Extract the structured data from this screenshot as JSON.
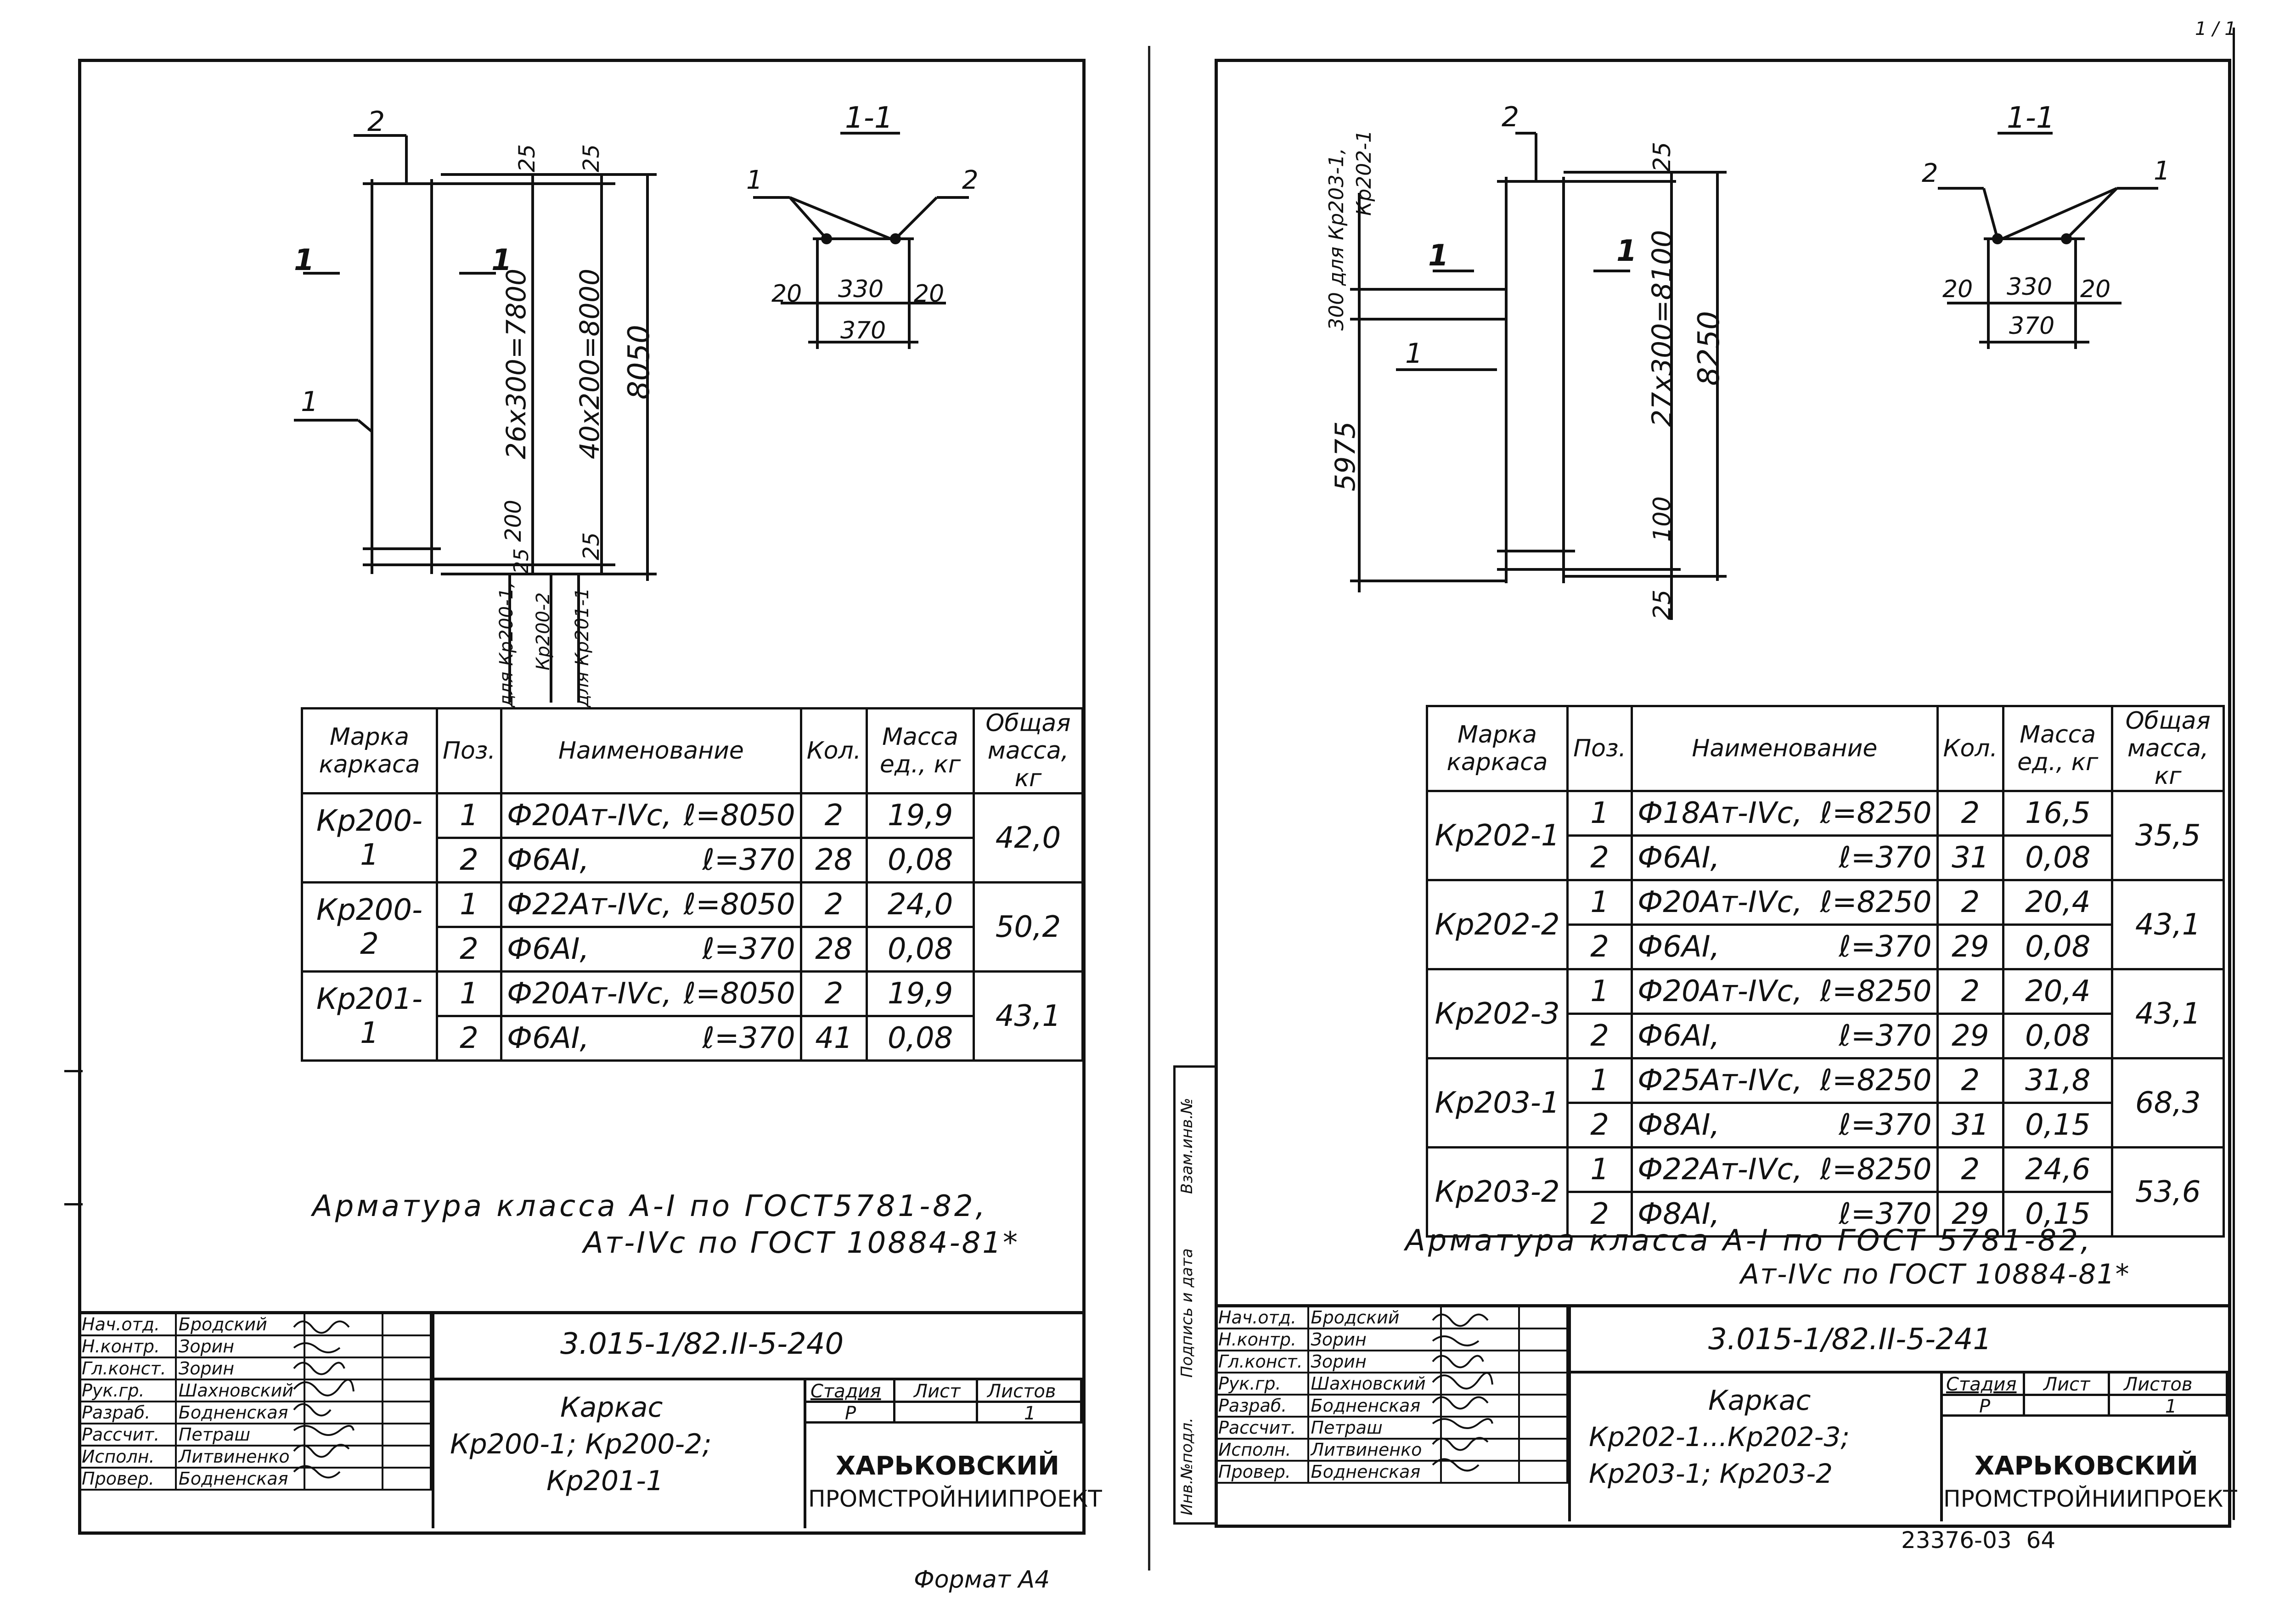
{
  "top_right_label": "1 / 1",
  "bottom_left_format": "Формат А4",
  "bottom_right_number": "23376-03  64",
  "side_stamp": {
    "labels": [
      "Инв.№подл.",
      "Подпись и дата",
      "Взам.инв.№"
    ]
  },
  "left_sheet": {
    "drawing": {
      "pos_2": "2",
      "pos_1": "1",
      "section_mark_1": "1",
      "section_mark_2": "1",
      "dim_top_25a": "25",
      "dim_top_25b": "25",
      "dim_mid": "26х300=7800",
      "dim_mid2": "40х200=8000",
      "dim_total": "8050",
      "dim_200": "200",
      "dim_25c": "25",
      "dim_25d": "25",
      "note_a": "для Кр200-1,",
      "note_b": "Кр200-2",
      "note_c": "для Кр201-1",
      "section_title": "1-1",
      "sec_pos1": "1",
      "sec_pos2": "2",
      "sec_20a": "20",
      "sec_330": "330",
      "sec_20b": "20",
      "sec_370": "370"
    },
    "table": {
      "headers": [
        "Марка каркаса",
        "Поз.",
        "Наименование",
        "Кол.",
        "Масса ед., кг",
        "Общая масса, кг"
      ],
      "groups": [
        {
          "mark": "Кр200-1",
          "total": "42,0",
          "rows": [
            {
              "pos": "1",
              "name": "Ф20Ат-IVс,",
              "len": "ℓ=8050",
              "qty": "2",
              "mass": "19,9"
            },
            {
              "pos": "2",
              "name": "Ф6АI,",
              "len": "ℓ=370",
              "qty": "28",
              "mass": "0,08"
            }
          ]
        },
        {
          "mark": "Кр200-2",
          "total": "50,2",
          "rows": [
            {
              "pos": "1",
              "name": "Ф22Ат-IVс,",
              "len": "ℓ=8050",
              "qty": "2",
              "mass": "24,0"
            },
            {
              "pos": "2",
              "name": "Ф6АI,",
              "len": "ℓ=370",
              "qty": "28",
              "mass": "0,08"
            }
          ]
        },
        {
          "mark": "Кр201-1",
          "total": "43,1",
          "rows": [
            {
              "pos": "1",
              "name": "Ф20Ат-IVс,",
              "len": "ℓ=8050",
              "qty": "2",
              "mass": "19,9"
            },
            {
              "pos": "2",
              "name": "Ф6АI,",
              "len": "ℓ=370",
              "qty": "41",
              "mass": "0,08"
            }
          ]
        }
      ]
    },
    "note_line1": "Арматура класса А-I по ГОСТ5781-82,",
    "note_line2": "Ат-IVс по ГОСТ 10884-81*",
    "title_block": {
      "doc_code": "3.015-1/82.II-5-240",
      "roles": [
        "Нач.отд.",
        "Н.контр.",
        "Гл.конст.",
        "Рук.гр.",
        "Разраб.",
        "Рассчит.",
        "Исполн.",
        "Провер."
      ],
      "names": [
        "Бродский",
        "Зорин",
        "Зорин",
        "Шахновский",
        "Бодненская",
        "Петраш",
        "Литвиненко",
        "Бодненская"
      ],
      "title1": "Каркас",
      "title2": "Кр200-1; Кр200-2;",
      "title3": "Кр201-1",
      "stage_h": "Стадия",
      "sheet_h": "Лист",
      "sheets_h": "Листов",
      "stage": "Р",
      "sheet": "",
      "sheets": "1",
      "org1": "ХАРЬКОВСКИЙ",
      "org2": "ПРОМСТРОЙНИИПРОЕКТ"
    }
  },
  "right_sheet": {
    "drawing": {
      "note_a": "300 для Кр203-1,",
      "note_b": "Кр202-1",
      "pos_2": "2",
      "pos_1": "1",
      "section_mark_1": "1",
      "section_mark_2": "1",
      "dim_top_25": "25",
      "dim_mid": "27х300=8100",
      "dim_total": "8250",
      "dim_5975": "5975",
      "dim_100": "100",
      "dim_25b": "25",
      "section_title": "1-1",
      "sec_pos1": "1",
      "sec_pos2": "2",
      "sec_20a": "20",
      "sec_330": "330",
      "sec_20b": "20",
      "sec_370": "370"
    },
    "table": {
      "headers": [
        "Марка каркаса",
        "Поз.",
        "Наименование",
        "Кол.",
        "Масса ед., кг",
        "Общая масса, кг"
      ],
      "groups": [
        {
          "mark": "Кр202-1",
          "total": "35,5",
          "rows": [
            {
              "pos": "1",
              "name": "Ф18Ат-IVс,",
              "len": "ℓ=8250",
              "qty": "2",
              "mass": "16,5"
            },
            {
              "pos": "2",
              "name": "Ф6АI,",
              "len": "ℓ=370",
              "qty": "31",
              "mass": "0,08"
            }
          ]
        },
        {
          "mark": "Кр202-2",
          "total": "43,1",
          "rows": [
            {
              "pos": "1",
              "name": "Ф20Ат-IVс,",
              "len": "ℓ=8250",
              "qty": "2",
              "mass": "20,4"
            },
            {
              "pos": "2",
              "name": "Ф6АI,",
              "len": "ℓ=370",
              "qty": "29",
              "mass": "0,08"
            }
          ]
        },
        {
          "mark": "Кр202-3",
          "total": "43,1",
          "rows": [
            {
              "pos": "1",
              "name": "Ф20Ат-IVс,",
              "len": "ℓ=8250",
              "qty": "2",
              "mass": "20,4"
            },
            {
              "pos": "2",
              "name": "Ф6АI,",
              "len": "ℓ=370",
              "qty": "29",
              "mass": "0,08"
            }
          ]
        },
        {
          "mark": "Кр203-1",
          "total": "68,3",
          "rows": [
            {
              "pos": "1",
              "name": "Ф25Ат-IVс,",
              "len": "ℓ=8250",
              "qty": "2",
              "mass": "31,8"
            },
            {
              "pos": "2",
              "name": "Ф8АI,",
              "len": "ℓ=370",
              "qty": "31",
              "mass": "0,15"
            }
          ]
        },
        {
          "mark": "Кр203-2",
          "total": "53,6",
          "rows": [
            {
              "pos": "1",
              "name": "Ф22Ат-IVс,",
              "len": "ℓ=8250",
              "qty": "2",
              "mass": "24,6"
            },
            {
              "pos": "2",
              "name": "Ф8АI,",
              "len": "ℓ=370",
              "qty": "29",
              "mass": "0,15"
            }
          ]
        }
      ]
    },
    "note_line1": "Арматура класса А-I по ГОСТ 5781-82,",
    "note_line2": "Ат-IVс по ГОСТ 10884-81*",
    "title_block": {
      "doc_code": "3.015-1/82.II-5-241",
      "roles": [
        "Нач.отд.",
        "Н.контр.",
        "Гл.конст.",
        "Рук.гр.",
        "Разраб.",
        "Рассчит.",
        "Исполн.",
        "Провер."
      ],
      "names": [
        "Бродский",
        "Зорин",
        "Зорин",
        "Шахновский",
        "Бодненская",
        "Петраш",
        "Литвиненко",
        "Бодненская"
      ],
      "title1": "Каркас",
      "title2": "Кр202-1...Кр202-3;",
      "title3": "Кр203-1; Кр203-2",
      "stage_h": "Стадия",
      "sheet_h": "Лист",
      "sheets_h": "Листов",
      "stage": "Р",
      "sheet": "",
      "sheets": "1",
      "org1": "ХАРЬКОВСКИЙ",
      "org2": "ПРОМСТРОЙНИИПРОЕКТ"
    }
  }
}
